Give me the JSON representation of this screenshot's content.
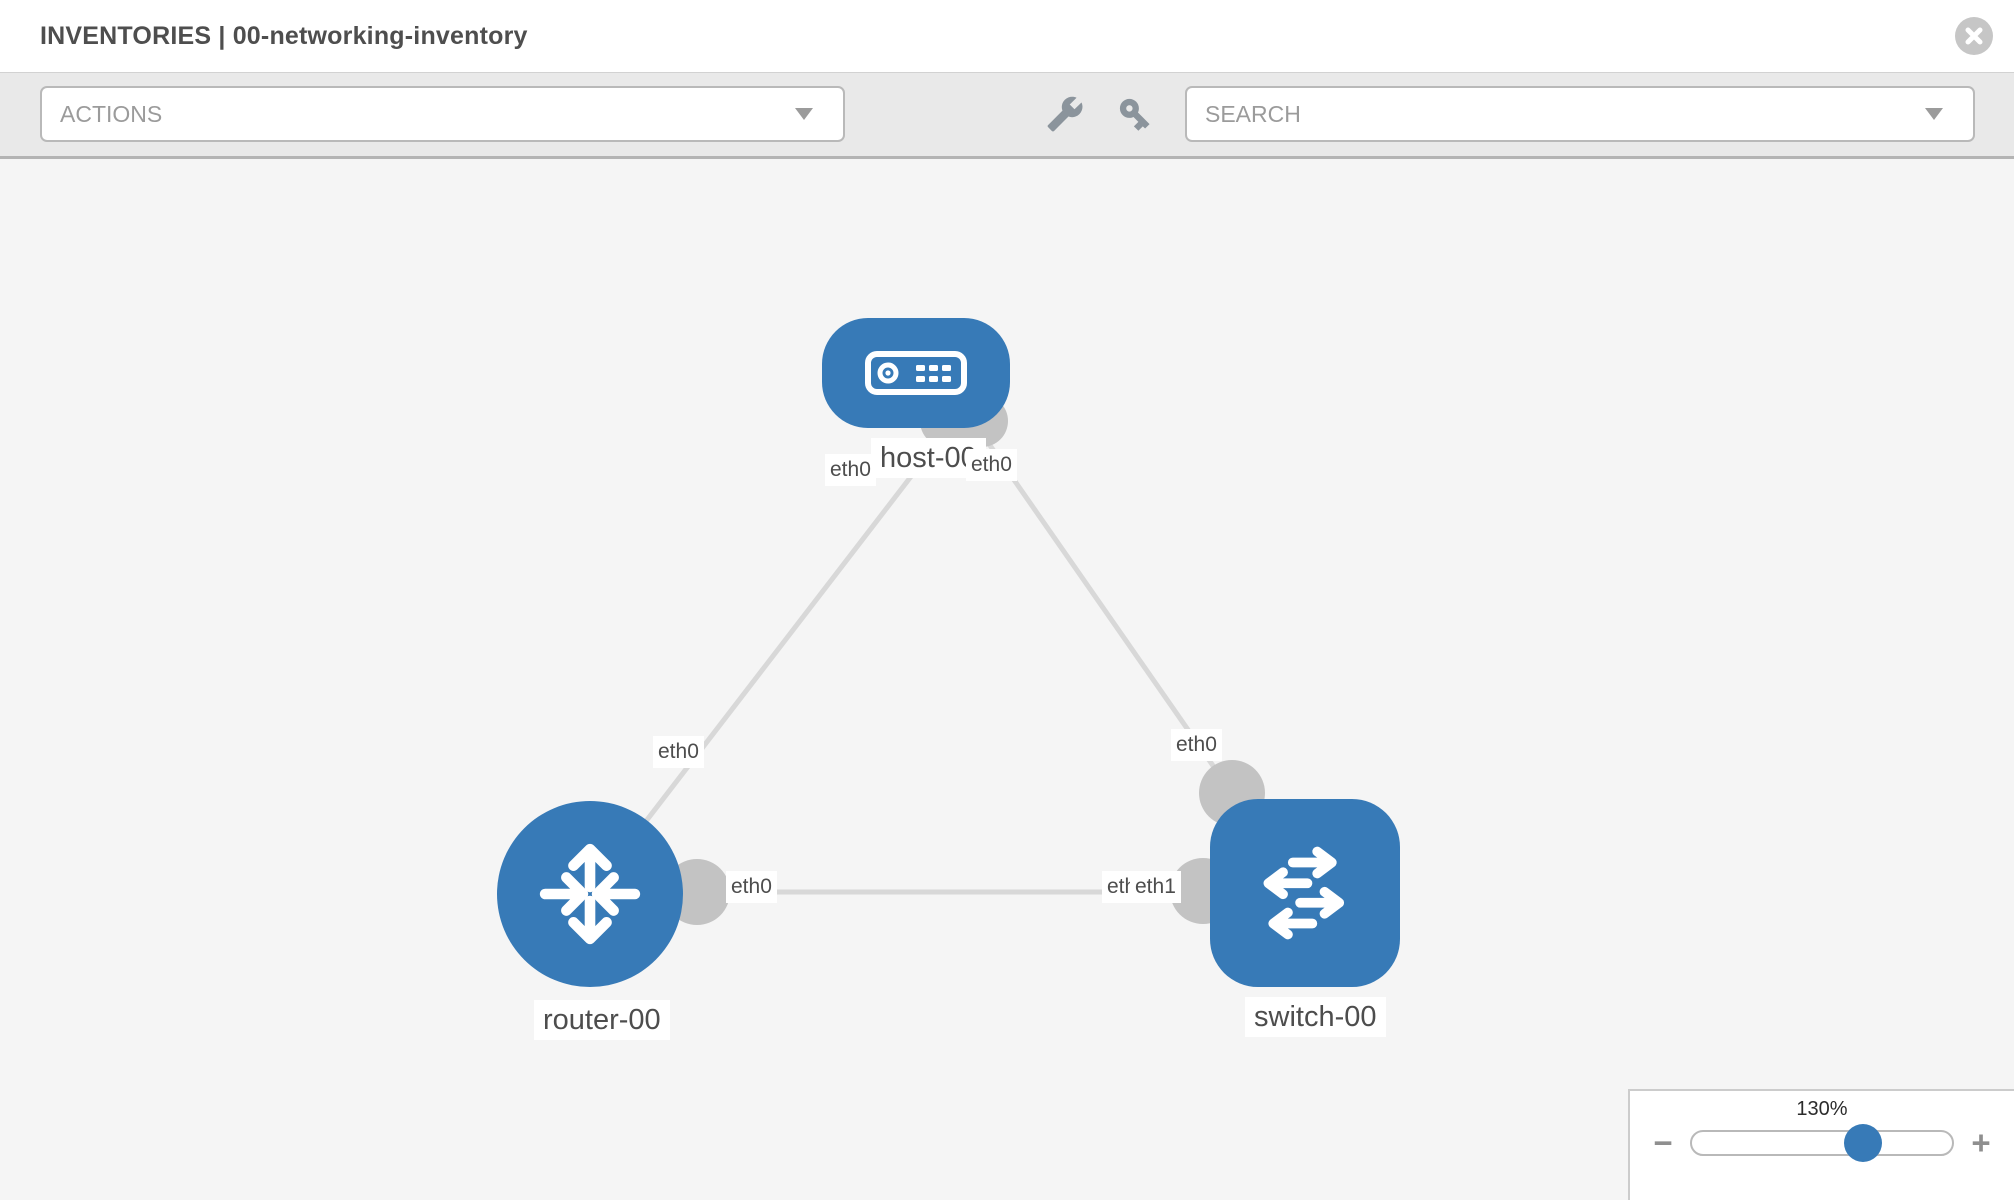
{
  "header": {
    "title": "INVENTORIES | 00-networking-inventory"
  },
  "toolbar": {
    "actions_label": "ACTIONS",
    "search_placeholder": "SEARCH"
  },
  "topology": {
    "nodes": {
      "host": {
        "label": "host-00",
        "type": "host"
      },
      "router": {
        "label": "router-00",
        "type": "router"
      },
      "switch": {
        "label": "switch-00",
        "type": "switch"
      }
    },
    "links": [
      {
        "from": "host-00",
        "to": "router-00"
      },
      {
        "from": "host-00",
        "to": "switch-00"
      },
      {
        "from": "router-00",
        "to": "switch-00"
      }
    ],
    "interfaces": {
      "host_left": "eth0",
      "host_right": "eth0",
      "host_router_link_mid": "eth0",
      "host_switch_link_mid": "eth0",
      "router_port": "eth0",
      "switch_port_hidden": "eth0",
      "switch_port": "eth1"
    }
  },
  "zoom_control": {
    "level": "130%",
    "zoom_out": "−",
    "zoom_in": "+"
  },
  "colors": {
    "node_blue": "#377ab7",
    "link_gray": "#d8d8d8",
    "port_gray": "#c3c3c3",
    "canvas_bg": "#f5f5f5",
    "toolbar_bg": "#e9e9e9"
  }
}
